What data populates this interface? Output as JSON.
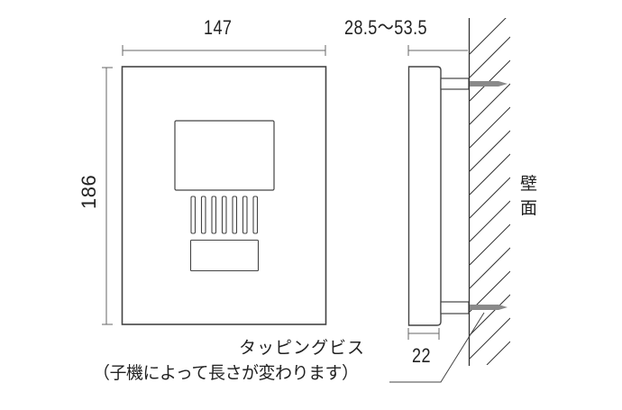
{
  "drawing": {
    "type": "dimension-drawing",
    "views": [
      "front",
      "side"
    ],
    "colors": {
      "line": "#333333",
      "dim_line": "#666666",
      "screw": "#8a8a8a",
      "text": "#222222",
      "background": "#ffffff"
    }
  },
  "dimensions": {
    "width": "147",
    "height": "186",
    "depth_range": "28.5～53.5",
    "body_depth": "22"
  },
  "labels": {
    "wall_line1": "壁",
    "wall_line2": "面",
    "screw_label": "タッピングビス",
    "screw_note": "（子機によって長さが変わります）"
  },
  "front_view": {
    "slot_count": 7
  }
}
